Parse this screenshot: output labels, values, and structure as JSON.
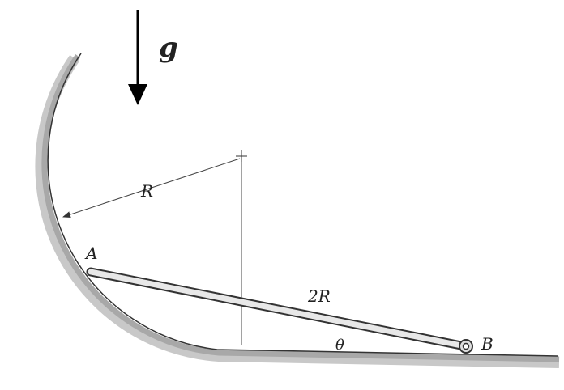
{
  "diagram": {
    "gravity_label": "g",
    "radius_label": "R",
    "rod_length_label": "2R",
    "angle_label": "θ",
    "end_a_label": "A",
    "end_b_label": "B"
  },
  "colors": {
    "ink": "#111111",
    "surface_shade": "#9a9a9a",
    "rod_fill": "#e8e8e8"
  }
}
